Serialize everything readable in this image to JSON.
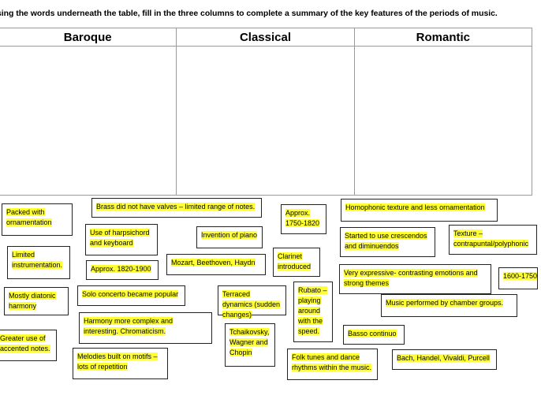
{
  "instructions": "sing the words underneath the table, fill in the three columns to complete a summary of the key features of the periods of music.",
  "columns": [
    "Baroque",
    "Classical",
    "Romantic"
  ],
  "cards": [
    {
      "id": "packed-with-ornamentation",
      "text": "Packed with ornamentation"
    },
    {
      "id": "brass-no-valves",
      "text": "Brass did not have valves – limited range of notes."
    },
    {
      "id": "approx-1750-1820",
      "text": "Approx. 1750-1820"
    },
    {
      "id": "homophonic-texture",
      "text": "Homophonic texture and less ornamentation"
    },
    {
      "id": "harpsichord-keyboard",
      "text": "Use of harpsichord and keyboard"
    },
    {
      "id": "invention-of-piano",
      "text": "Invention of piano"
    },
    {
      "id": "crescendos-diminuendos",
      "text": "Started to use crescendos and diminuendos"
    },
    {
      "id": "texture-contrapuntal",
      "text": "Texture – contrapuntal/polyphonic"
    },
    {
      "id": "limited-instrumentation",
      "text": "Limited instrumentation."
    },
    {
      "id": "clarinet-introduced",
      "text": "Clarinet introduced"
    },
    {
      "id": "mozart-beethoven-haydn",
      "text": "Mozart, Beethoven, Haydn"
    },
    {
      "id": "approx-1820-1900",
      "text": "Approx. 1820-1900"
    },
    {
      "id": "very-expressive",
      "text": "Very expressive- contrasting emotions and strong themes"
    },
    {
      "id": "approx-1600-1750",
      "text": "1600-1750"
    },
    {
      "id": "mostly-diatonic",
      "text": "Mostly diatonic harmony"
    },
    {
      "id": "solo-concerto",
      "text": "Solo concerto became popular"
    },
    {
      "id": "terraced-dynamics",
      "text": "Terraced dynamics (sudden changes)"
    },
    {
      "id": "rubato",
      "text": "Rubato – playing around with the speed."
    },
    {
      "id": "chamber-groups",
      "text": "Music performed by chamber groups."
    },
    {
      "id": "harmony-complex",
      "text": "Harmony more complex and interesting. Chromaticism."
    },
    {
      "id": "accented-notes",
      "text": "Greater use of accented notes."
    },
    {
      "id": "tchaikovsky-wagner-chopin",
      "text": "Tchaikovsky, Wagner and Chopin"
    },
    {
      "id": "basso-continuo",
      "text": "Basso continuo"
    },
    {
      "id": "melodies-motifs",
      "text": "Melodies built on motifs – lots of repetition"
    },
    {
      "id": "folk-tunes",
      "text": "Folk tunes and dance rhythms within the music."
    },
    {
      "id": "bach-handel-vivaldi-purcell",
      "text": "Bach, Handel, Vivaldi, Purcell"
    }
  ]
}
